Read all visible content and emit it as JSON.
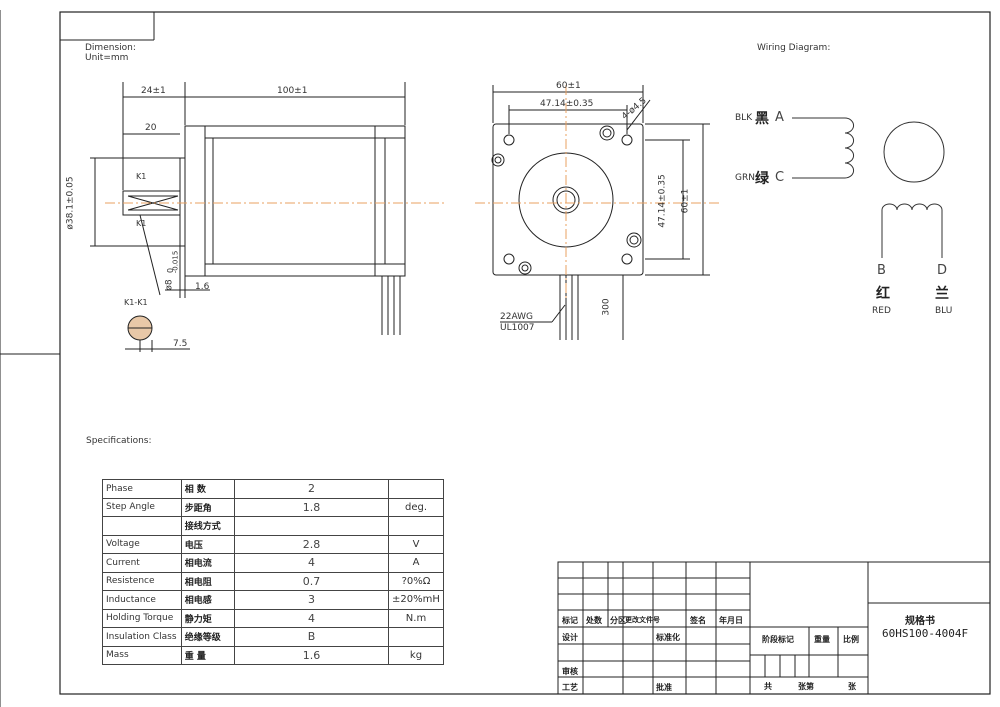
{
  "labels": {
    "dimension": "Dimension:",
    "unit": "Unit=mm",
    "wiring": "Wiring Diagram:",
    "specifications": "Specifications:"
  },
  "dims": {
    "d24": "24±1",
    "d100": "100±1",
    "d20": "20",
    "d_shaft_flange": "ø38.1±0.05",
    "d_shaft": "ø8",
    "d_shaft_tol_top": "0",
    "d_shaft_tol_bot": "-0.015",
    "d16": "1.6",
    "k1_top": "K1",
    "k1_bot": "K1",
    "section": "K1-K1",
    "d75": "7.5",
    "d60_top": "60±1",
    "d4714_top": "47.14±0.35",
    "holes": "4-ø4.5",
    "d4714_side": "47.14±0.35",
    "d60_side": "60±1",
    "awg": "22AWG",
    "ul": "UL1007",
    "d300": "300"
  },
  "wiring": {
    "blk_en": "BLK",
    "blk_cn": "黑",
    "blk_letter": "A",
    "grn_en": "GRN",
    "grn_cn": "绿",
    "grn_letter": "C",
    "red_letter": "B",
    "red_cn": "红",
    "red_en": "RED",
    "blu_letter": "D",
    "blu_cn": "兰",
    "blu_en": "BLU"
  },
  "specs": [
    {
      "en": "Phase",
      "cn": "相  数",
      "value": "2",
      "unit": ""
    },
    {
      "en": "Step Angle",
      "cn": "步距角",
      "value": "1.8",
      "unit": "deg."
    },
    {
      "en": "",
      "cn": "接线方式",
      "value": "",
      "unit": ""
    },
    {
      "en": "Voltage",
      "cn": "电压",
      "value": "2.8",
      "unit": "V"
    },
    {
      "en": "Current",
      "cn": "相电流",
      "value": "4",
      "unit": "A"
    },
    {
      "en": "Resistence",
      "cn": "相电阻",
      "value": "0.7",
      "unit": "?0%Ω"
    },
    {
      "en": "Inductance",
      "cn": "相电感",
      "value": "3",
      "unit": "±20%mH"
    },
    {
      "en": "Holding Torque",
      "cn": "静力矩",
      "value": "4",
      "unit": "N.m"
    },
    {
      "en": "Insulation Class",
      "cn": "绝缘等级",
      "value": "B",
      "unit": ""
    },
    {
      "en": "Mass",
      "cn": "重  量",
      "value": "1.6",
      "unit": "kg"
    }
  ],
  "title_block": {
    "c_mark": "标记",
    "c_count": "处数",
    "c_zone": "分区",
    "c_docno": "更改文件号",
    "c_sign": "签名",
    "c_date": "年月日",
    "c_design": "设计",
    "c_std": "标准化",
    "c_review": "审核",
    "c_process": "工艺",
    "c_approve": "批准",
    "c_stage": "阶段标记",
    "c_weight": "重量",
    "c_scale": "比例",
    "c_total": "共",
    "c_sheets": "张第",
    "c_sheet": "张",
    "doc_title": "规格书",
    "model": "60HS100-4004F"
  }
}
